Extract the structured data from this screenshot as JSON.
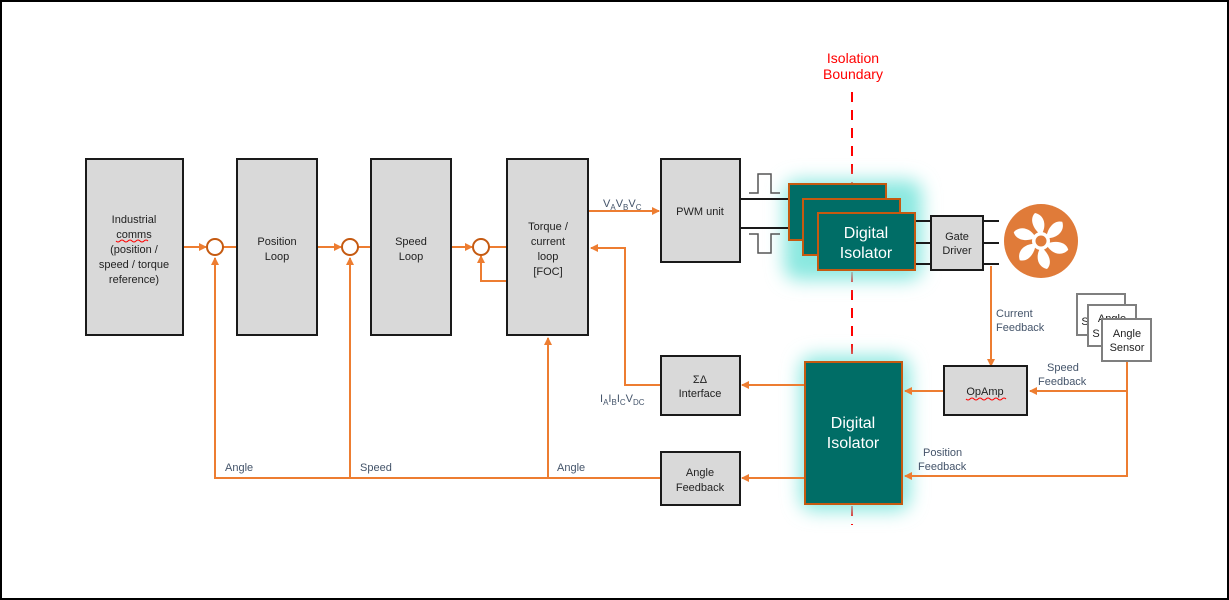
{
  "boundary": {
    "line1": "Isolation",
    "line2": "Boundary",
    "color": "#ff0000"
  },
  "blocks": {
    "comms": {
      "lines": [
        "Industrial",
        "comms",
        "(position /",
        "speed / torque",
        "reference)"
      ]
    },
    "position_loop": {
      "lines": [
        "Position",
        "Loop"
      ]
    },
    "speed_loop": {
      "lines": [
        "Speed",
        "Loop"
      ]
    },
    "torque_loop": {
      "lines": [
        "Torque /",
        "current",
        "loop",
        "[FOC]"
      ]
    },
    "pwm": {
      "lines": [
        "PWM unit"
      ]
    },
    "sigma_delta": {
      "lines": [
        "ΣΔ",
        "Interface"
      ]
    },
    "angle_feedback": {
      "lines": [
        "Angle",
        "Feedback"
      ]
    },
    "gate_driver": {
      "lines": [
        "Gate",
        "Driver"
      ]
    },
    "opamp": {
      "lines": [
        "OpAmp"
      ]
    },
    "isolator_top": {
      "lines": [
        "Digital",
        "Isolator"
      ]
    },
    "isolator_bottom": {
      "lines": [
        "Digital",
        "Isolator"
      ]
    },
    "angle_sensor": {
      "lines": [
        "Angle",
        "Sensor"
      ]
    }
  },
  "labels": {
    "vabc": {
      "v1": "V",
      "s1": "A",
      "v2": "V",
      "s2": "B",
      "v3": "V",
      "s3": "C"
    },
    "iabc": {
      "i1": "I",
      "s1": "A",
      "i2": "I",
      "s2": "B",
      "i3": "I",
      "s3": "C",
      "v": "V",
      "sv": "DC"
    },
    "current_feedback": [
      "Current",
      "Feedback"
    ],
    "speed_feedback": [
      "Speed",
      "Feedback"
    ],
    "position_feedback": [
      "Position",
      "Feedback"
    ],
    "angle_1": "Angle",
    "speed": "Speed",
    "angle_2": "Angle"
  },
  "colors": {
    "wire": "#ed7d31",
    "isolator_fill": "#006d66",
    "isolator_glow": "#8ae8e0",
    "block_fill": "#d9d9d9",
    "label": "#44546a"
  }
}
